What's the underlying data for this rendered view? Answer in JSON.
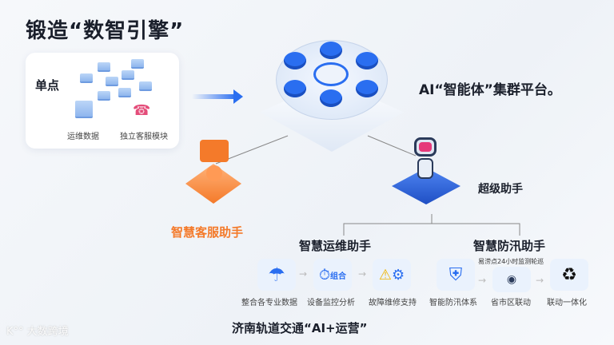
{
  "title": "锻造“数智引擎”",
  "single_card": {
    "label": "单点",
    "items": [
      "运维数据",
      "独立客服模块"
    ]
  },
  "platform": {
    "label": "AI“智能体”集群平台。"
  },
  "agents": {
    "customer_service": "智慧客服助手",
    "super": "超级助手",
    "ops": "智慧运维助手",
    "flood": "智慧防汛助手"
  },
  "ops_steps": [
    "整合各专业数据",
    "设备监控分析",
    "故障维修支持"
  ],
  "ops_icon_text": "组合",
  "flood_steps": [
    "智能防汛体系",
    "省市区联动",
    "联动一体化"
  ],
  "flood_note": "易涝点24小时监测轮巡",
  "footer": "济南轨道交通“AI+运营”",
  "watermark": "大数跨境",
  "colors": {
    "blue": "#2a6ef0",
    "orange": "#f47a2a",
    "text": "#1a1f2b"
  }
}
